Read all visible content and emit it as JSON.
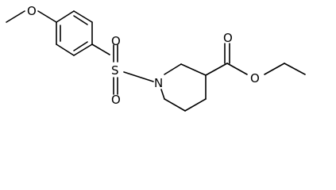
{
  "molecule": {
    "atoms": {
      "methoxy_O": "O",
      "sulfur": "S",
      "sulfonyl_O_top": "O",
      "sulfonyl_O_bottom": "O",
      "nitrogen": "N",
      "carbonyl_O": "O",
      "ester_O": "O"
    }
  },
  "colors": {
    "bond": "#000000",
    "text": "#000000",
    "background": "#ffffff"
  }
}
